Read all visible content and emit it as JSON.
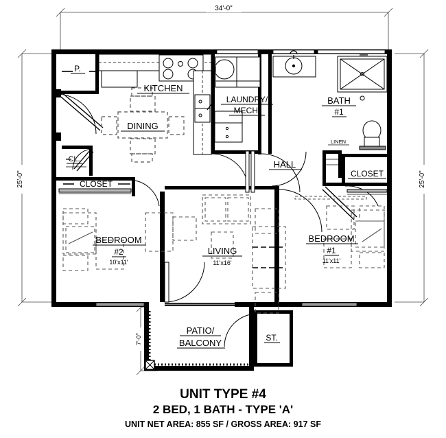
{
  "plan": {
    "title_line1": "UNIT TYPE #4",
    "title_line2": "2 BED, 1 BATH - TYPE 'A'",
    "title_line3": "UNIT NET AREA: 855 SF /  GROSS AREA: 917 SF",
    "dimensions": {
      "top": "34'-0\"",
      "left": "25'-0\"",
      "right": "25'-0\"",
      "patio_depth": "7'-0\""
    },
    "rooms": [
      {
        "id": "pantry",
        "label": "P.",
        "size": ""
      },
      {
        "id": "kitchen",
        "label": "KITCHEN",
        "size": ""
      },
      {
        "id": "dining",
        "label": "DINING",
        "size": ""
      },
      {
        "id": "coat-closet",
        "label": "CL.",
        "size": ""
      },
      {
        "id": "closet-2",
        "label": "CLOSET",
        "size": ""
      },
      {
        "id": "bedroom-2",
        "label": "BEDROOM",
        "num": "#2",
        "size": "10'x11'"
      },
      {
        "id": "living",
        "label": "LIVING",
        "size": "11'x16'"
      },
      {
        "id": "laundry",
        "label_a": "LAUNDRY/",
        "label_b": "MECH.",
        "size": ""
      },
      {
        "id": "hall",
        "label": "HALL",
        "size": ""
      },
      {
        "id": "bath-1",
        "label": "BATH",
        "num": "#1",
        "size": ""
      },
      {
        "id": "linen",
        "label": "LINEN",
        "size": ""
      },
      {
        "id": "closet-1",
        "label": "CLOSET",
        "size": ""
      },
      {
        "id": "bedroom-1",
        "label": "BEDROOM",
        "num": "#1",
        "size": "11'x11'"
      },
      {
        "id": "patio",
        "label_a": "PATIO/",
        "label_b": "BALCONY",
        "size": ""
      },
      {
        "id": "storage",
        "label": "ST.",
        "size": ""
      }
    ],
    "colors": {
      "line": "#000000",
      "furniture": "#555555",
      "background": "#ffffff",
      "dimension": "#444444"
    }
  }
}
